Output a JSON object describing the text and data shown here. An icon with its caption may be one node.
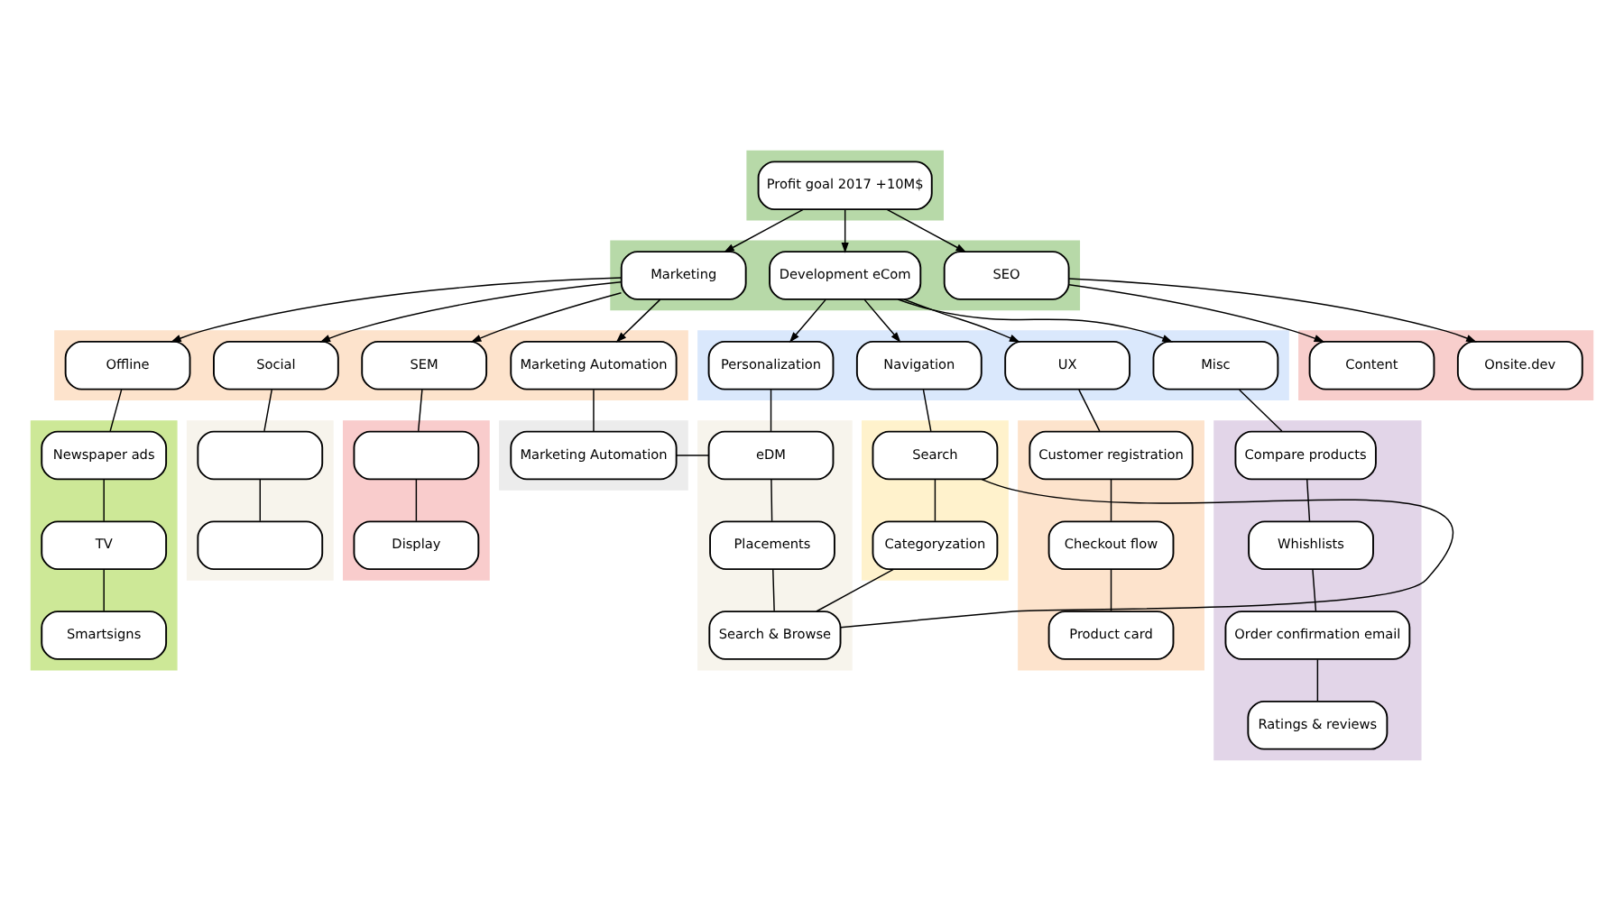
{
  "diagram": {
    "nodes": [
      {
        "text": [],
        "shape": "box"
      },
      {
        "text": [
          "Profit goal 2017 +10M$"
        ],
        "in": 0
      },
      {
        "text": [],
        "shape": "box"
      },
      {
        "text": [
          "Marketing"
        ],
        "in": 2
      },
      {
        "text": [
          "Development eCom"
        ],
        "in": 2
      },
      {
        "text": [
          "SEO"
        ],
        "in": 2
      },
      {
        "text": [],
        "shape": "box"
      },
      {
        "text": [
          "Offline"
        ],
        "in": 6
      },
      {
        "text": [
          "Social"
        ],
        "in": 6
      },
      {
        "text": [
          "SEM"
        ],
        "in": 6
      },
      {
        "text": [
          "Marketing Automation"
        ],
        "in": 6
      },
      {
        "text": [],
        "shape": "box"
      },
      {
        "text": [
          "Personalization"
        ],
        "in": 11
      },
      {
        "text": [
          "Navigation"
        ],
        "in": 11
      },
      {
        "text": [
          "UX"
        ],
        "in": 11
      },
      {
        "text": [
          "Misc"
        ],
        "in": 11
      },
      {
        "text": [],
        "shape": "box"
      },
      {
        "text": [
          "Content"
        ],
        "in": 16
      },
      {
        "text": [
          "Onsite.dev"
        ],
        "in": 16
      },
      {
        "text": [],
        "shape": "box"
      },
      {
        "text": [
          "Newspaper ads"
        ],
        "in": 19
      },
      {
        "text": [
          "TV"
        ],
        "in": 19
      },
      {
        "text": [
          "Smartsigns"
        ],
        "in": 19
      },
      {
        "text": [],
        "shape": "box"
      },
      {
        "text": [],
        "shape": "box",
        "in": 23
      },
      {
        "text": [],
        "shape": "box",
        "in": 23
      },
      {
        "text": [],
        "shape": "box"
      },
      {
        "text": [],
        "shape": "box",
        "in": 26
      },
      {
        "text": [
          "Display"
        ],
        "in": 26
      },
      {
        "text": [],
        "shape": "box"
      },
      {
        "text": [
          "Marketing Automation"
        ],
        "in": 29
      },
      {
        "text": [],
        "shape": "box"
      },
      {
        "text": [
          "eDM"
        ],
        "in": 31
      },
      {
        "text": [
          "Placements"
        ],
        "in": 31
      },
      {
        "text": [
          "Search & Browse"
        ],
        "in": 31
      },
      {
        "text": [],
        "shape": "box"
      },
      {
        "text": [
          "Search"
        ],
        "in": 35
      },
      {
        "text": [
          "Categoryzation"
        ],
        "in": 35
      },
      {
        "text": [],
        "shape": "box"
      },
      {
        "text": [
          "Customer registration"
        ],
        "in": 38
      },
      {
        "text": [
          "Checkout flow"
        ],
        "in": 38
      },
      {
        "text": [
          "Product card"
        ],
        "in": 38
      },
      {
        "text": [],
        "shape": "box"
      },
      {
        "text": [
          "Compare products"
        ],
        "in": 42
      },
      {
        "text": [
          "Whishlists"
        ],
        "in": 42
      },
      {
        "text": [
          "Order confirmation email"
        ],
        "in": 42
      },
      {
        "text": [
          "Ratings & reviews"
        ],
        "in": 42
      }
    ],
    "edges": [
      {
        "from": 1,
        "to": 3,
        "arrow": "to"
      },
      {
        "from": 1,
        "to": 4,
        "arrow": "to"
      },
      {
        "from": 1,
        "to": 5,
        "arrow": "to"
      },
      {
        "from": 3,
        "to": 7,
        "arrow": "to"
      },
      {
        "from": 3,
        "to": 8,
        "arrow": "to"
      },
      {
        "from": 3,
        "to": 9,
        "arrow": "to"
      },
      {
        "from": 3,
        "to": 10,
        "arrow": "to"
      },
      {
        "from": 4,
        "to": 12,
        "arrow": "to"
      },
      {
        "from": 4,
        "to": 13,
        "arrow": "to"
      },
      {
        "from": 4,
        "to": 14,
        "arrow": "to"
      },
      {
        "from": 4,
        "to": 15,
        "arrow": "to"
      },
      {
        "from": 5,
        "to": 17,
        "arrow": "to"
      },
      {
        "from": 5,
        "to": 18,
        "arrow": "to"
      },
      {
        "from": 7,
        "to": 20,
        "arrow": "none"
      },
      {
        "from": 20,
        "to": 21,
        "arrow": "none"
      },
      {
        "from": 21,
        "to": 22,
        "arrow": "none"
      },
      {
        "from": 8,
        "to": 24,
        "arrow": "none"
      },
      {
        "from": 24,
        "to": 25,
        "arrow": "none"
      },
      {
        "from": 9,
        "to": 27,
        "arrow": "none"
      },
      {
        "from": 27,
        "to": 28,
        "arrow": "none"
      },
      {
        "from": 10,
        "to": 30,
        "arrow": "none"
      },
      {
        "from": 30,
        "to": 32,
        "arrow": "none"
      },
      {
        "from": 12,
        "to": 32,
        "arrow": "none"
      },
      {
        "from": 32,
        "to": 33,
        "arrow": "none"
      },
      {
        "from": 33,
        "to": 34,
        "arrow": "none"
      },
      {
        "from": 13,
        "to": 36,
        "arrow": "none"
      },
      {
        "from": 36,
        "to": 37,
        "arrow": "none"
      },
      {
        "from": 34,
        "to": 36,
        "arrow": "none"
      },
      {
        "from": 34,
        "to": 37,
        "arrow": "none"
      },
      {
        "from": 14,
        "to": 39,
        "arrow": "none"
      },
      {
        "from": 39,
        "to": 40,
        "arrow": "none"
      },
      {
        "from": 40,
        "to": 41,
        "arrow": "none"
      },
      {
        "from": 15,
        "to": 43,
        "arrow": "none"
      },
      {
        "from": 43,
        "to": 44,
        "arrow": "none"
      },
      {
        "from": 44,
        "to": 45,
        "arrow": "none"
      },
      {
        "from": 45,
        "to": 46,
        "arrow": "none"
      }
    ]
  }
}
